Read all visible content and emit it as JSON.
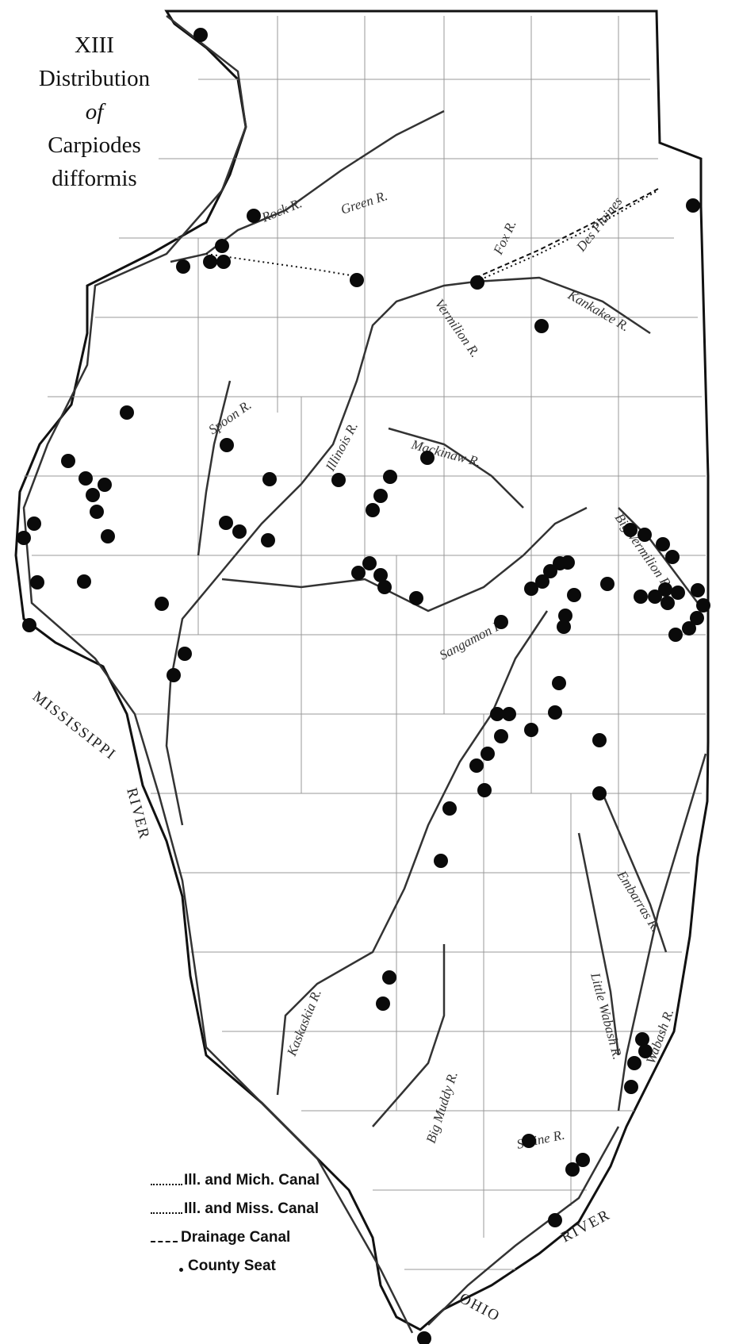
{
  "title": {
    "numeral": "XIII",
    "line1": "Distribution",
    "line2": "of",
    "line3": "Carpiodes",
    "line4": "difformis"
  },
  "legend": {
    "items": [
      {
        "label": "Ill. and Mich. Canal",
        "style": "dotted"
      },
      {
        "label": "Ill. and Miss. Canal",
        "style": "dotted"
      },
      {
        "label": "Drainage Canal",
        "style": "dashed"
      },
      {
        "label": "County Seat",
        "style": "dot"
      }
    ]
  },
  "rivers": {
    "rock": "Rock R.",
    "green": "Green R.",
    "fox": "Fox R.",
    "des_plaines": "Des Plaines",
    "kankakee": "Kankakee R.",
    "vermilion": "Vermilion R.",
    "spoon": "Spoon R.",
    "illinois": "Illinois R.",
    "mackinaw": "Mackinaw R.",
    "sangamon": "Sangamon R.",
    "big_vermilion": "Big Vermilion R.",
    "embarras": "Embarras R.",
    "wabash": "Wabash R.",
    "little_wabash": "Little Wabash R.",
    "kaskaskia": "Kaskaskia R.",
    "big_muddy": "Big Muddy R.",
    "saline": "Saline R.",
    "mississippi": "MISSISSIPPI",
    "mississippi_river": "RIVER",
    "ohio": "OHIO",
    "ohio_river": "RIVER"
  },
  "colors": {
    "land": "#ffffff",
    "outline": "#111111",
    "river": "#555555",
    "marker": "#0a0a0a"
  }
}
